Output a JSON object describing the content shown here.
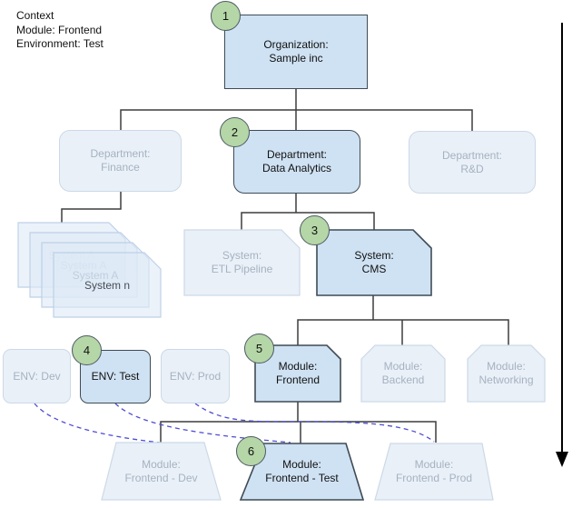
{
  "context": {
    "line1": "Context",
    "line2": "Module: Frontend",
    "line3": "Environment: Test"
  },
  "nodes": {
    "organization": {
      "label": "Organization:\nSample inc",
      "badge": "1"
    },
    "dept_finance": {
      "label": "Department:\nFinance"
    },
    "dept_data_analytics": {
      "label": "Department:\nData Analytics",
      "badge": "2"
    },
    "dept_rnd": {
      "label": "Department:\nR&D"
    },
    "system_stack": {
      "items": [
        "System A",
        "System A",
        "System A",
        "System n"
      ]
    },
    "system_etl": {
      "label": "System:\nETL Pipeline"
    },
    "system_cms": {
      "label": "System:\nCMS",
      "badge": "3"
    },
    "env_dev": {
      "label": "ENV: Dev"
    },
    "env_test": {
      "label": "ENV: Test",
      "badge": "4"
    },
    "env_prod": {
      "label": "ENV: Prod"
    },
    "module_frontend": {
      "label": "Module:\nFrontend",
      "badge": "5"
    },
    "module_backend": {
      "label": "Module:\nBackend"
    },
    "module_networking": {
      "label": "Module:\nNetworking"
    },
    "module_frontend_dev": {
      "label": "Module:\nFrontend - Dev"
    },
    "module_frontend_test": {
      "label": "Module:\nFrontend - Test",
      "badge": "6"
    },
    "module_frontend_prod": {
      "label": "Module:\nFrontend - Prod"
    }
  },
  "colors": {
    "active_fill": "#cfe2f3",
    "active_border": "#3f4b55",
    "faded_fill": "#e9f0f8",
    "faded_border": "#ccd9e6",
    "faded_text": "#a6b2c0",
    "badge_fill": "#b5d6a7",
    "badge_border": "#4e5a64",
    "connector": "#3d3d3d",
    "dashed_link": "#4d4dd3",
    "arrow": "#000000"
  }
}
